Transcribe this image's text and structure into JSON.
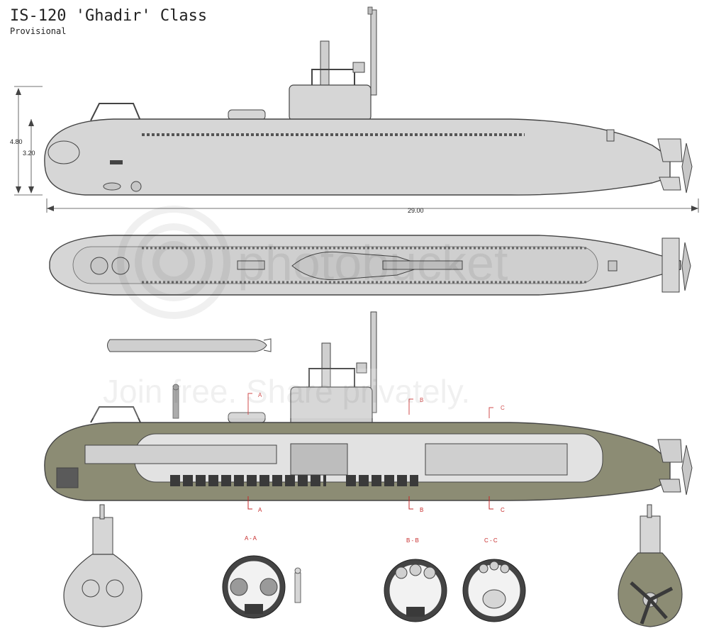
{
  "title": "IS-120 'Ghadir' Class",
  "subtitle": "Provisional",
  "dimensions": {
    "overall_height": "4.80",
    "hull_height": "3.20",
    "length": "29.00"
  },
  "sections": {
    "a": "A",
    "b": "B",
    "c": "C",
    "aa": "A - A",
    "bb": "B - B",
    "cc": "C - C"
  },
  "watermark": {
    "brand": "photobucket",
    "slogan": "Join free. Share privately."
  },
  "colors": {
    "hull_gray": "#d6d6d6",
    "hull_olive": "#8c8c74",
    "interior_dark": "#3a3a3a",
    "section_red": "#c62828",
    "outline": "#444444"
  }
}
